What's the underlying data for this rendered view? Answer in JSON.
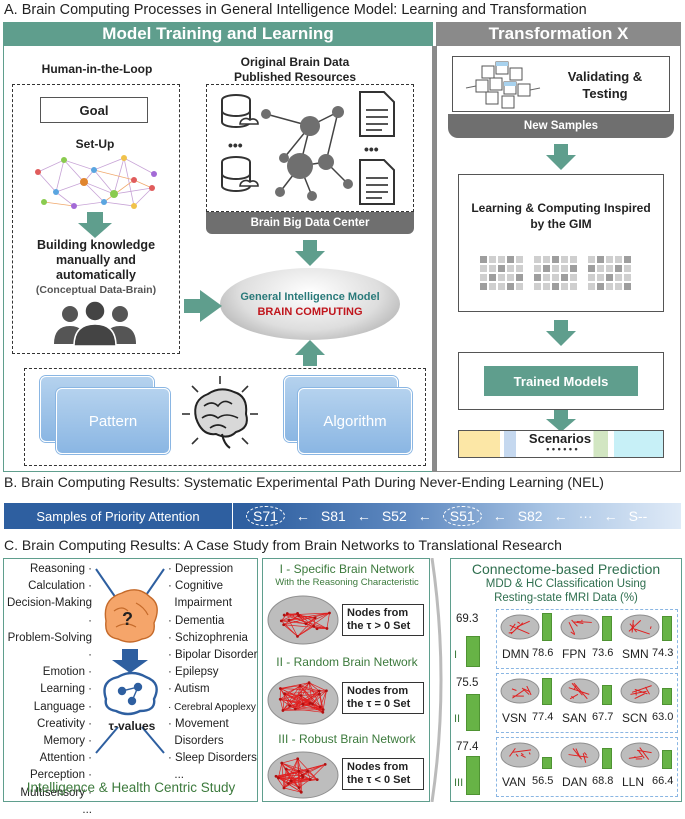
{
  "sectionA": {
    "title": "A. Brain Computing Processes in General Intelligence Model: Learning and Transformation",
    "left_header": "Model Training and Learning",
    "right_header": "Transformation X",
    "human_loop": {
      "title": "Human-in-the-Loop",
      "goal": "Goal",
      "setup": "Set-Up",
      "building": "Building knowledge manually and automatically",
      "conceptual": "(Conceptual Data-Brain)"
    },
    "data": {
      "title_line1": "Original Brain Data",
      "title_line2": "Published Resources",
      "dots": "•••",
      "center": "Brain Big Data Center"
    },
    "gim": {
      "line1": "General Intelligence Model",
      "line2": "BRAIN COMPUTING"
    },
    "pattern": "Pattern",
    "algorithm": "Algorithm",
    "transform": {
      "validating": "Validating & Testing",
      "new_samples": "New Samples",
      "learning": "Learning & Computing Inspired by the GIM",
      "trained": "Trained Models",
      "scenarios": "Scenarios",
      "scen_dots": "• • • • • •"
    }
  },
  "sectionB": {
    "title": "B. Brain Computing Results: Systematic Experimental Path During Never-Ending Learning (NEL)",
    "label": "Samples of Priority Attention",
    "path": [
      "S71",
      "←",
      "S81",
      "←",
      "S52",
      "←",
      "S51",
      "←",
      "S82",
      "←",
      "···",
      "←",
      "S--"
    ]
  },
  "sectionC": {
    "title": "C. Brain Computing Results: A Case Study from Brain Networks to Translational Research",
    "left_list": [
      "Reasoning",
      "Calculation",
      "Decision-Making",
      "Problem-Solving",
      "Emotion",
      "Learning",
      "Language",
      "Creativity",
      "Memory",
      "Attention",
      "Perception",
      "Multisensory",
      "..."
    ],
    "right_list": [
      "Depression",
      "Cognitive",
      "Impairment",
      "Dementia",
      "Schizophrenia",
      "Bipolar Disorder",
      "Epilepsy",
      "Autism",
      "Cerebral Apoplexy",
      "Movement",
      "Disorders",
      "Sleep Disorders",
      "..."
    ],
    "tau": "τ-values",
    "question": "?",
    "footer_left": "Intelligence & Health Centric Study",
    "net1_title": "I - Specific Brain Network",
    "net1_sub": "With the Reasoning Characteristic",
    "net1_box": [
      "Nodes from",
      "the τ > 0 Set"
    ],
    "net2_title": "II - Random Brain Network",
    "net2_box": [
      "Nodes from",
      "the τ = 0 Set"
    ],
    "net3_title": "III - Robust Brain Network",
    "net3_box": [
      "Nodes from",
      "the τ < 0 Set"
    ],
    "pred_title": "Connectome-based Prediction",
    "pred_sub1": "MDD & HC Classification Using",
    "pred_sub2": "Resting-state fMRI Data (%)",
    "rows": [
      {
        "roman": "I",
        "overall": "69.3",
        "overall_val": 69.3,
        "cells": [
          {
            "name": "DMN",
            "value": "78.6",
            "v": 78.6
          },
          {
            "name": "FPN",
            "value": "73.6",
            "v": 73.6
          },
          {
            "name": "SMN",
            "value": "74.3",
            "v": 74.3
          }
        ]
      },
      {
        "roman": "II",
        "overall": "75.5",
        "overall_val": 75.5,
        "cells": [
          {
            "name": "VSN",
            "value": "77.4",
            "v": 77.4
          },
          {
            "name": "SAN",
            "value": "67.7",
            "v": 67.7
          },
          {
            "name": "SCN",
            "value": "63.0",
            "v": 63.0
          }
        ]
      },
      {
        "roman": "III",
        "overall": "77.4",
        "overall_val": 77.4,
        "cells": [
          {
            "name": "VAN",
            "value": "56.5",
            "v": 56.5
          },
          {
            "name": "DAN",
            "value": "68.8",
            "v": 68.8
          },
          {
            "name": "LLN",
            "value": "66.4",
            "v": 66.4
          }
        ]
      }
    ]
  },
  "colors": {
    "green": "#5f9e8d",
    "gray": "#8a8a8a",
    "blue_bar": "#2e5fa0",
    "bar_green": "#67b346",
    "red_net": "#e02020"
  }
}
